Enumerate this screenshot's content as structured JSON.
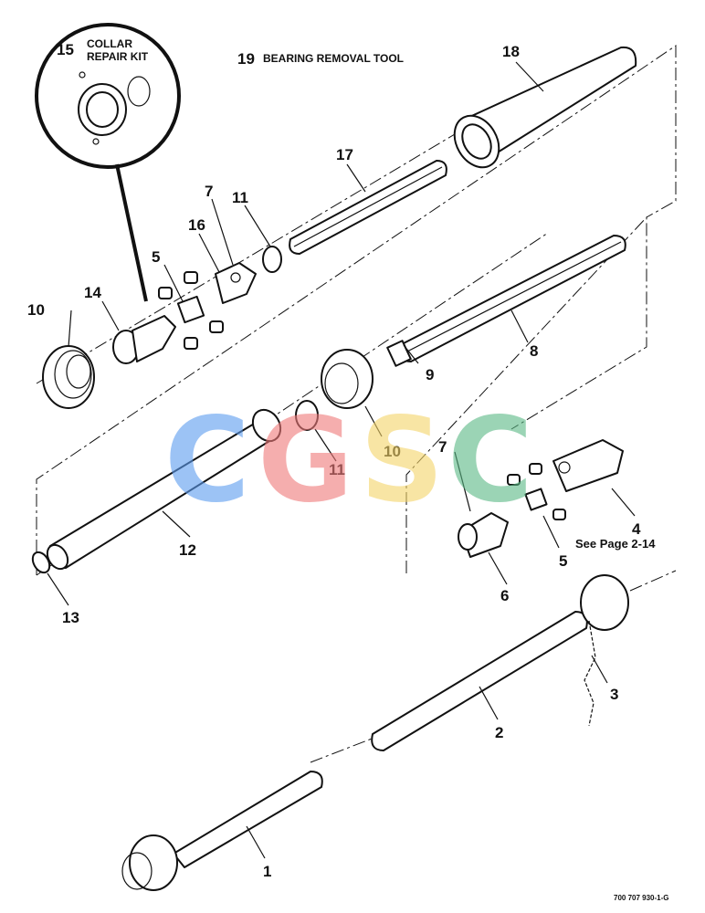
{
  "callouts": {
    "c1": "1",
    "c2": "2",
    "c3": "3",
    "c4": "4",
    "c5a": "5",
    "c5b": "5",
    "c6": "6",
    "c7a": "7",
    "c7b": "7",
    "c8": "8",
    "c9": "9",
    "c10a": "10",
    "c10b": "10",
    "c11a": "11",
    "c11b": "11",
    "c12": "12",
    "c13": "13",
    "c14": "14",
    "c15": "15",
    "c16": "16",
    "c17": "17",
    "c18": "18",
    "c19": "19"
  },
  "labels": {
    "collar_line1": "COLLAR",
    "collar_line2": "REPAIR KIT",
    "bearing_tool": "BEARING REMOVAL TOOL",
    "see_page": "See Page 2-14",
    "drawing_number": "700 707 930-1-G"
  },
  "watermark": {
    "letters": [
      "C",
      "G",
      "S",
      "C"
    ],
    "colors": [
      "#5b9cf0",
      "#f07a7a",
      "#f5d468",
      "#5ab884"
    ]
  }
}
